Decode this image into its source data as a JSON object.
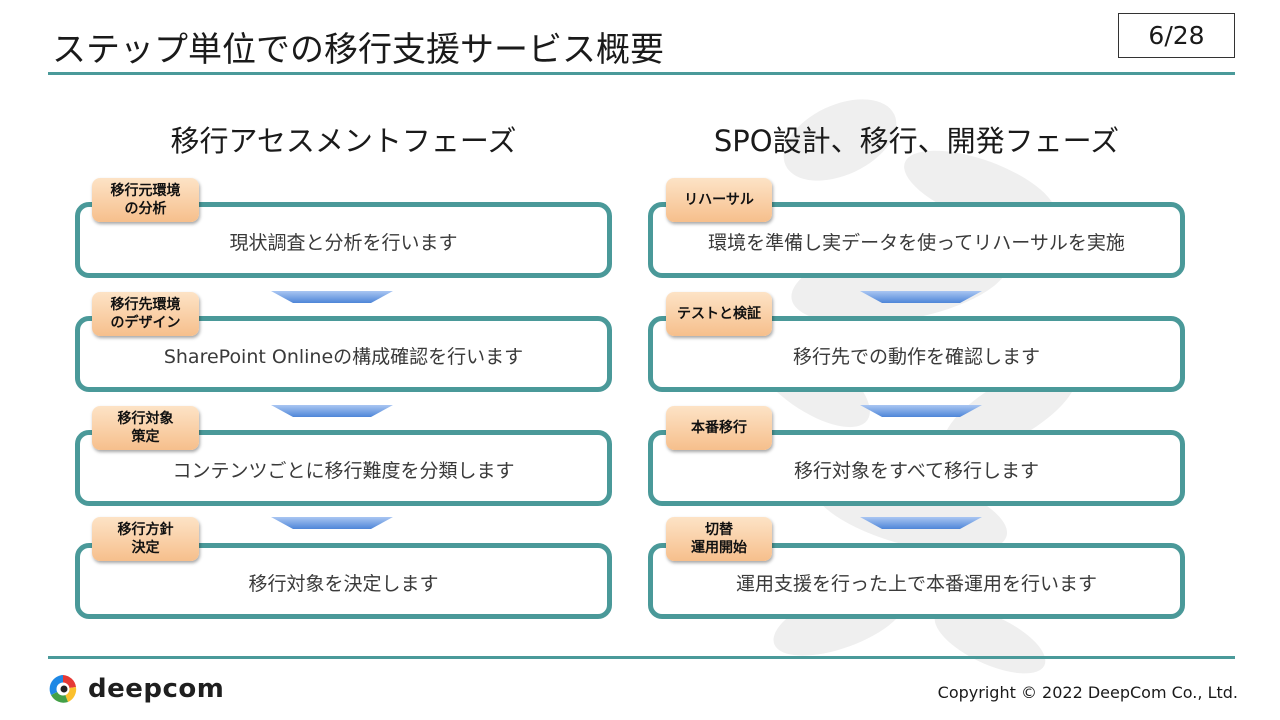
{
  "slide": {
    "title": "ステップ単位での移行支援サービス概要",
    "page": "6/28"
  },
  "columns": [
    {
      "heading": "移行アセスメントフェーズ",
      "steps": [
        {
          "badge": "移行元環境\nの分析",
          "text": "現状調査と分析を行います"
        },
        {
          "badge": "移行先環境\nのデザイン",
          "text": "SharePoint Onlineの構成確認を行います"
        },
        {
          "badge": "移行対象\n策定",
          "text": "コンテンツごとに移行難度を分類します"
        },
        {
          "badge": "移行方針\n決定",
          "text": "移行対象を決定します"
        }
      ]
    },
    {
      "heading": "SPO設計、移行、開発フェーズ",
      "steps": [
        {
          "badge": "リハーサル",
          "text": "環境を準備し実データを使ってリハーサルを実施"
        },
        {
          "badge": "テストと検証",
          "text": "移行先での動作を確認します"
        },
        {
          "badge": "本番移行",
          "text": "移行対象をすべて移行します"
        },
        {
          "badge": "切替\n運用開始",
          "text": "運用支援を行った上で本番運用を行います"
        }
      ]
    }
  ],
  "footer": {
    "logo_text": "deepcom",
    "copyright": "Copyright © 2022 DeepCom Co., Ltd."
  },
  "colors": {
    "teal": "#4a9999",
    "badge": "#f6bf8c",
    "arrow": "#5b8fe0"
  }
}
